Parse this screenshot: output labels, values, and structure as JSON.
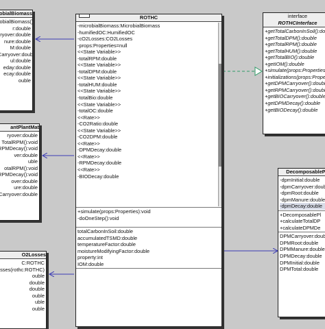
{
  "classes": {
    "microbial": {
      "name": "robialBiomass",
      "lines": [
        "robialBiomass()",
        "r:double",
        "ryover:double",
        "nure:double",
        "M:double",
        "Carryover:double",
        "ul:double",
        "eday:double",
        "ecay:double",
        "ouble"
      ]
    },
    "plantmat": {
      "name": "antPlantMat",
      "lines": [
        "ryover:double",
        "TotalRPM():void",
        "RPMDecay():void",
        "ver:double",
        "uble",
        "otalRPM():void",
        "RPMDecay():void",
        "over:double",
        "ure:double",
        "Carryover:double"
      ]
    },
    "co2losses": {
      "name": "O2Losses",
      "lines": [
        "C:ROTHC",
        "sses(rothc:ROTHC)",
        "ouble",
        "double",
        "double",
        "ouble",
        "uble",
        "ouble"
      ]
    },
    "rothc": {
      "name": "ROTHC",
      "attributes": [
        "-microbialBiomass:MicrobialBiomass",
        "-humifiedOC:HumifiedOC",
        "-cO2Losses:CO2Losses",
        "-props:Properties=null",
        "<<State Variable>>",
        "-totalRPM:double",
        "<<State Variable>>",
        "-totalDPM:double",
        "<<State Variable>>",
        "-totalHUM:double",
        "<<State Variable>>",
        "-totalBio:double",
        "<<State Variable>>",
        "-totalOC:double",
        "<<Rate>>",
        "-CO2Ratio:double",
        "<<State Variable>>",
        "-CO2DPM:double",
        "<<Rate>>",
        "-DPMDecay:double",
        "<<Rate>>",
        "-RPMDecay:double",
        "<<Rate>>",
        "-BIODecay:double"
      ],
      "operations": [
        "+simulate(props:Properties):void",
        "-doOneStep():void"
      ],
      "properties": [
        "totalCarbonInSoil:double",
        "accumulatedTSMD:double",
        "temperatureFactor:double",
        "moistureModifyingFactor:double",
        "property:int",
        "IOM:double"
      ]
    },
    "rothc_interface": {
      "stereotype": "interface",
      "name": "ROTHCInterface",
      "operations": [
        "+getTotalCarbonInSoil():double",
        "+getTotalDPM():double",
        "+getTotalRPM():double",
        "+getTotalHUM():double",
        "+getTotalBIO():double",
        "+getIOM():double",
        "+simulate(props:Properties",
        "+initializations(props:Properties",
        "+getDPMCarryover():double",
        "+getRPMCarryover():double",
        "+getBIOCarryover():double",
        "+getDPMDecay():double",
        "+getBIODecay():double"
      ]
    },
    "decomposable": {
      "name": "DecomposableP",
      "attributes": [
        "-dpmInitial:double",
        "-dpmCarryover:double",
        "-dpmRoot:double",
        "-dpmManure:double",
        "-dpmDecay:double"
      ],
      "operations": [
        "+DecomposablePl",
        "+calculateTotalDP",
        "+calculateDPMDe"
      ],
      "properties": [
        "DPMCarryover:double",
        "DPMRoot:double",
        "DPMManure:double",
        "DPMDecay:double",
        "DPMInitial:double",
        "DPMTotal:double"
      ]
    }
  },
  "colors": {
    "background": "#c9c9c9",
    "association_line": "#3b3bb5",
    "realization_line": "#2e9a66",
    "box_border": "#222222"
  }
}
